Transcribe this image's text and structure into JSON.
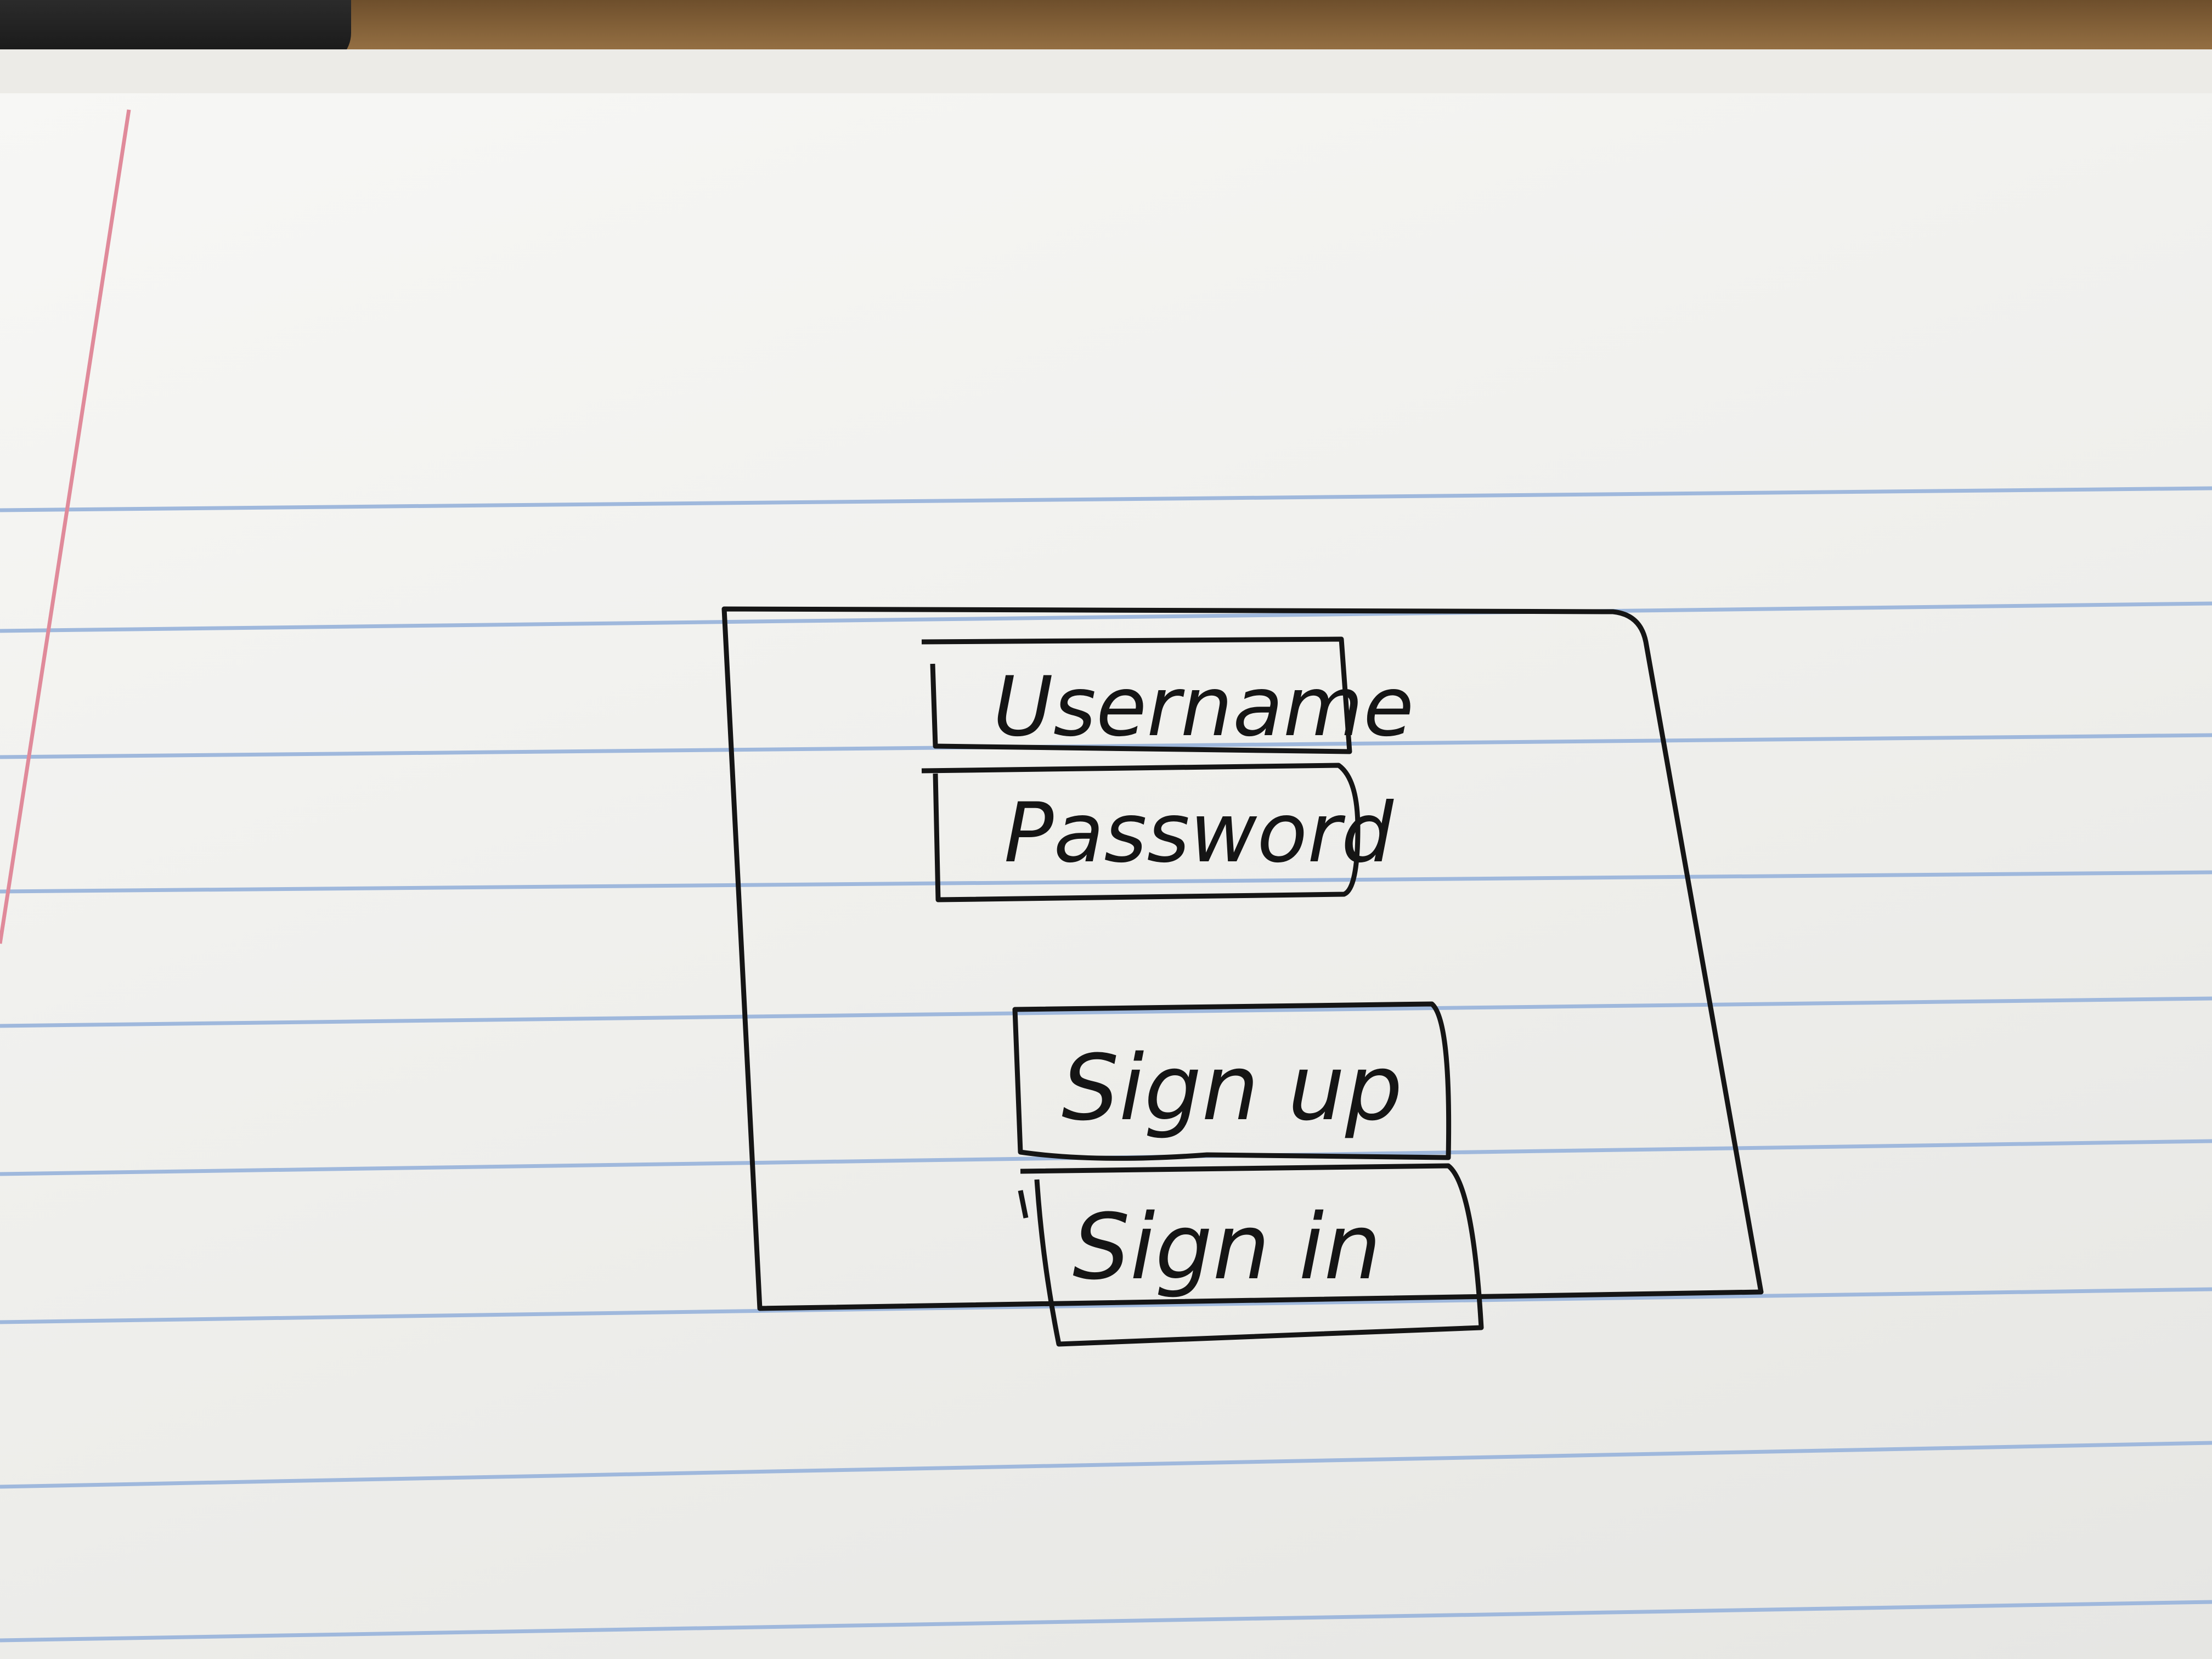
{
  "login_form": {
    "username_placeholder": "Username",
    "password_placeholder": "Password",
    "signup_label": "Sign up",
    "signin_label": "Sign in"
  },
  "colors": {
    "ink": "#151515",
    "rule_line": "#9fb8dc",
    "margin_line": "#e08a9a",
    "paper": "#f4f4f2"
  }
}
